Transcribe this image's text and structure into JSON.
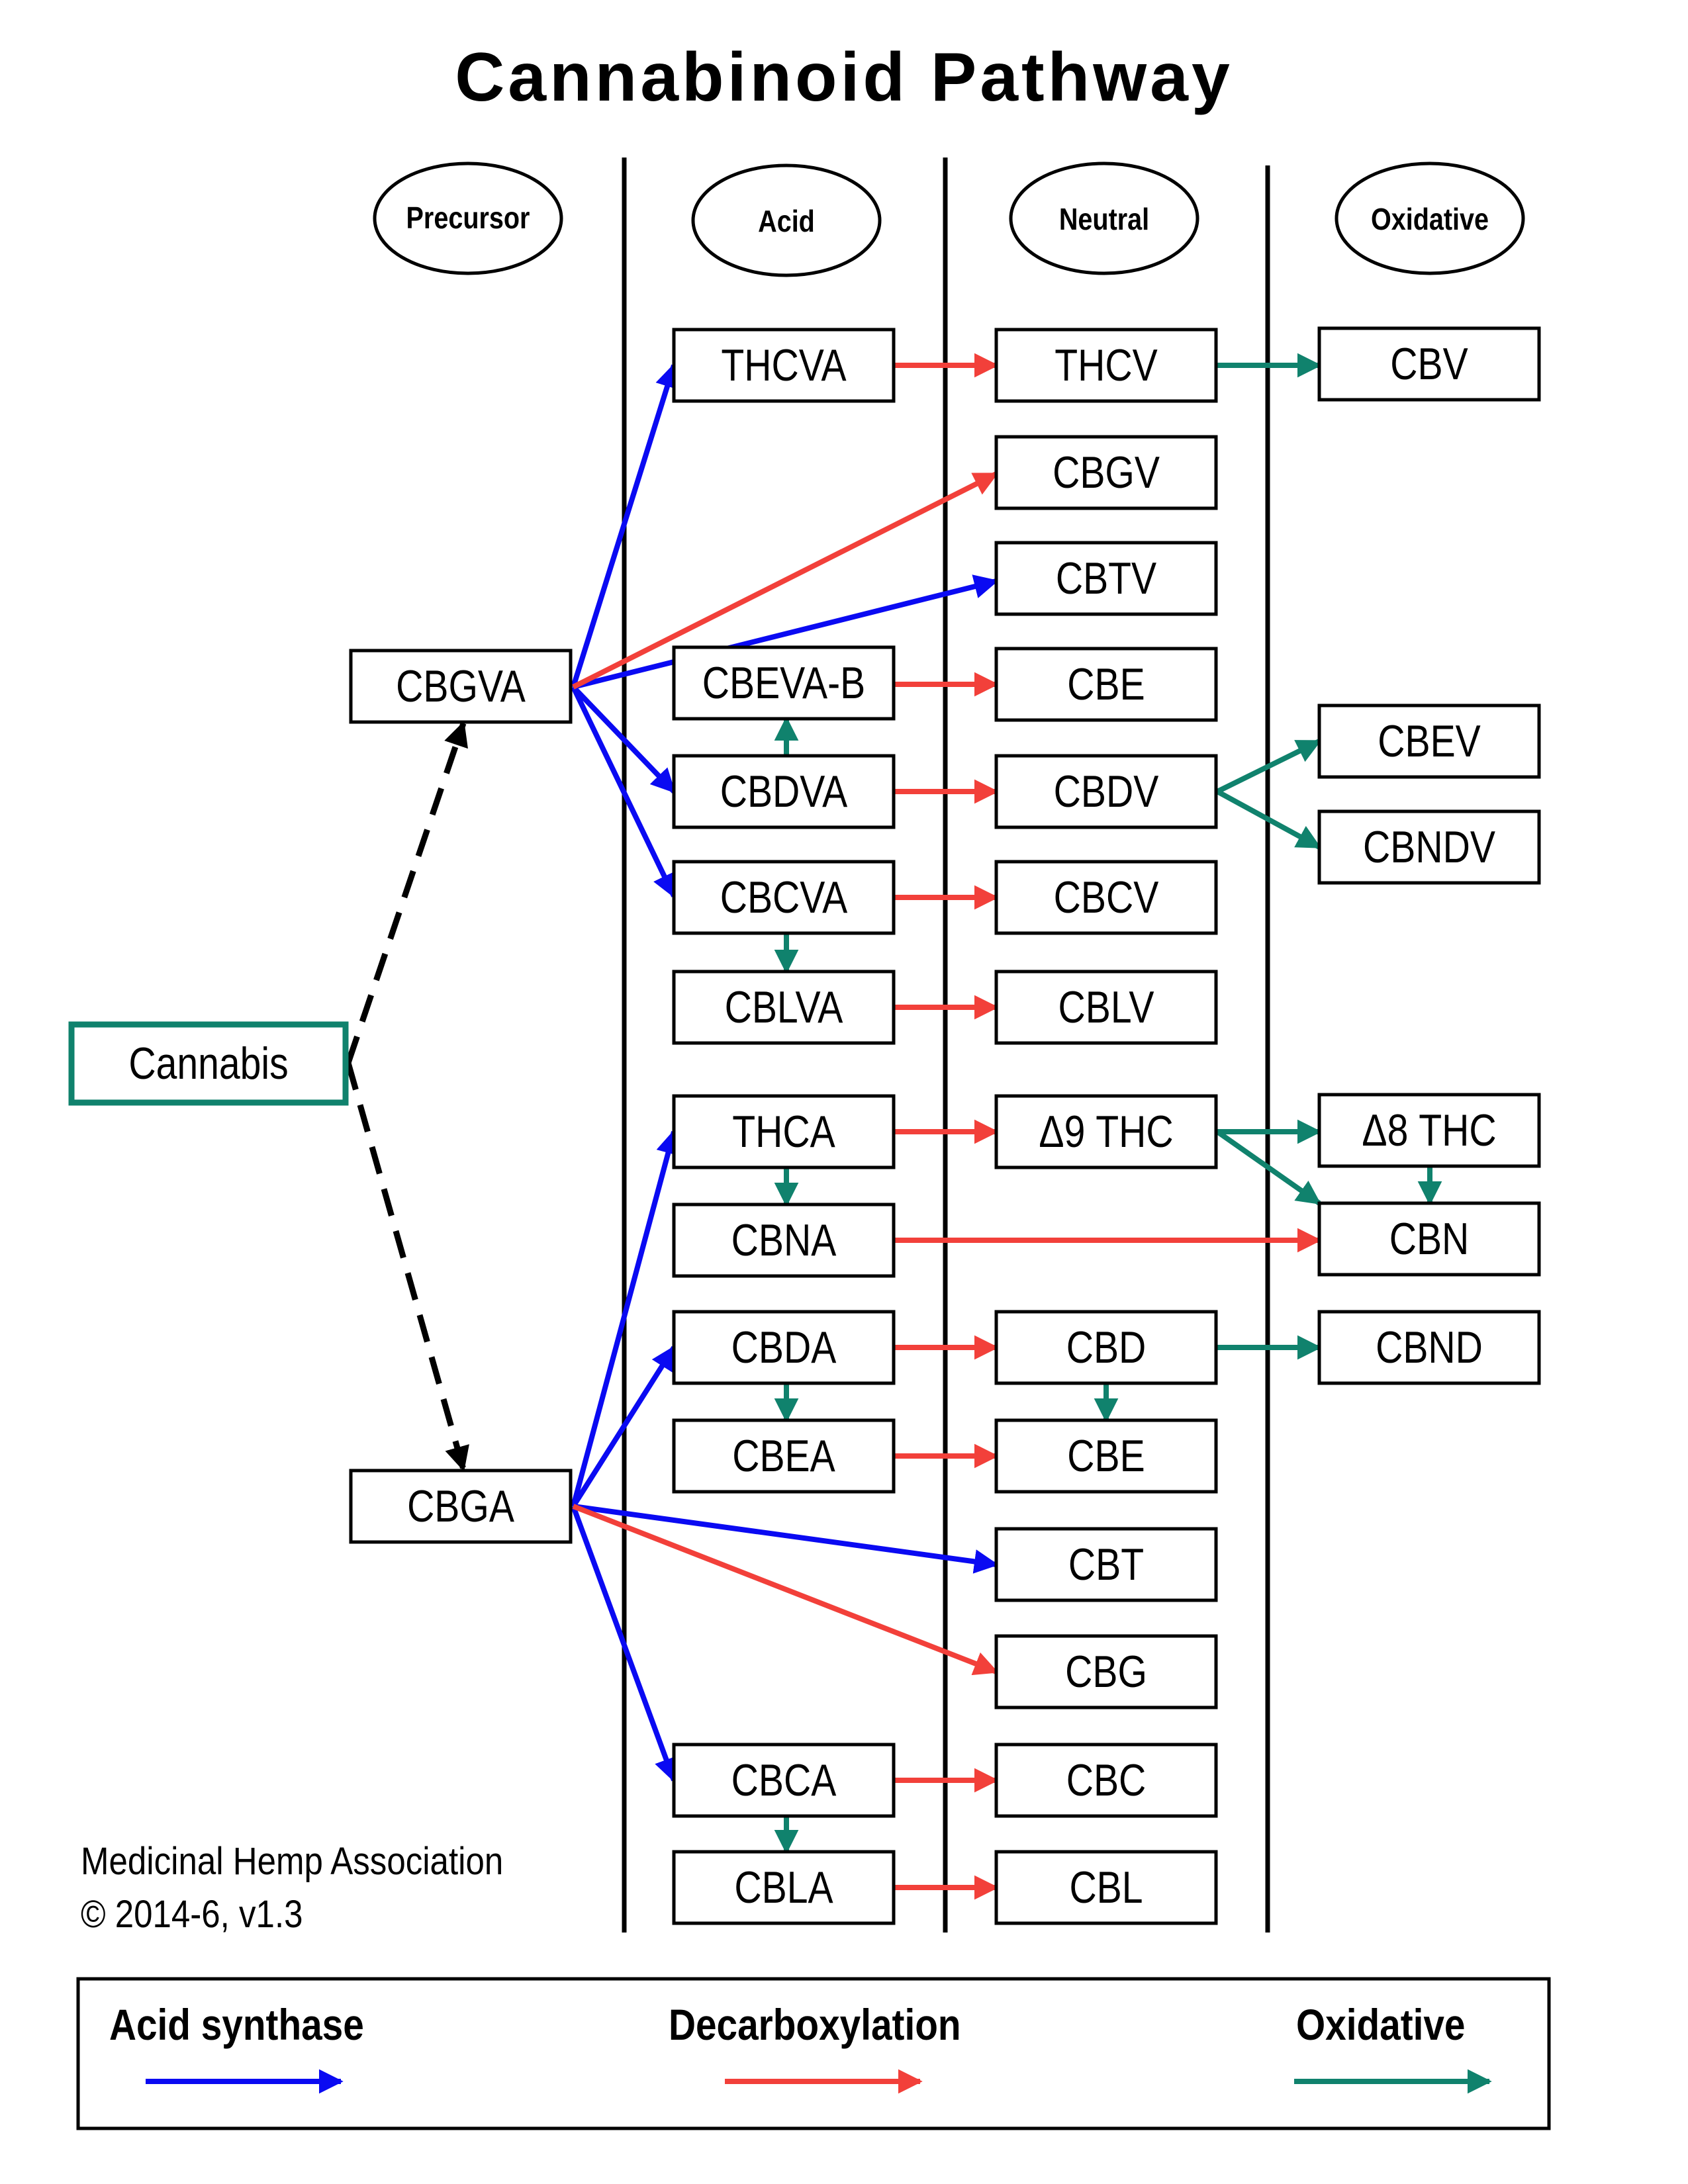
{
  "title": "Cannabinoid Pathway",
  "columns": {
    "precursor": "Precursor",
    "acid": "Acid",
    "neutral": "Neutral",
    "oxidative": "Oxidative"
  },
  "colors": {
    "acid_synthase": "#0a0af2",
    "decarboxylation": "#f2403a",
    "oxidative": "#10826d",
    "cannabis_border": "#10826d",
    "dashed": "#000000"
  },
  "nodes": {
    "cannabis": "Cannabis",
    "cbgva": "CBGVA",
    "cbga": "CBGA",
    "thcva": "THCVA",
    "cbevab": "CBEVA-B",
    "cbdva": "CBDVA",
    "cbcva": "CBCVA",
    "cblva": "CBLVA",
    "thca": "THCA",
    "cbna": "CBNA",
    "cbda": "CBDA",
    "cbea": "CBEA",
    "cbca": "CBCA",
    "cbla": "CBLA",
    "thcv": "THCV",
    "cbgv": "CBGV",
    "cbtv": "CBTV",
    "cbe_v": "CBE",
    "cbdv": "CBDV",
    "cbcv": "CBCV",
    "cblv": "CBLV",
    "d9thc": "Δ9 THC",
    "cbd": "CBD",
    "cbe": "CBE",
    "cbt": "CBT",
    "cbg": "CBG",
    "cbc": "CBC",
    "cbl": "CBL",
    "cbv": "CBV",
    "cbev": "CBEV",
    "cbndv": "CBNDV",
    "d8thc": "Δ8 THC",
    "cbn": "CBN",
    "cbnd": "CBND"
  },
  "edges": [
    {
      "from": "cbgva",
      "to": "thcva",
      "kind": "acid_synthase"
    },
    {
      "from": "cbgva",
      "to": "cbtv",
      "kind": "acid_synthase"
    },
    {
      "from": "cbgva",
      "to": "cbdva",
      "kind": "acid_synthase"
    },
    {
      "from": "cbgva",
      "to": "cbcva",
      "kind": "acid_synthase"
    },
    {
      "from": "cbgva",
      "to": "cbgv",
      "kind": "decarboxylation"
    },
    {
      "from": "thcva",
      "to": "thcv",
      "kind": "decarboxylation"
    },
    {
      "from": "cbevab",
      "to": "cbe_v",
      "kind": "decarboxylation"
    },
    {
      "from": "cbdva",
      "to": "cbdv",
      "kind": "decarboxylation"
    },
    {
      "from": "cbcva",
      "to": "cbcv",
      "kind": "decarboxylation"
    },
    {
      "from": "cblva",
      "to": "cblv",
      "kind": "decarboxylation"
    },
    {
      "from": "cbdva",
      "to": "cbevab",
      "kind": "oxidative"
    },
    {
      "from": "cbcva",
      "to": "cblva",
      "kind": "oxidative"
    },
    {
      "from": "thcv",
      "to": "cbv",
      "kind": "oxidative"
    },
    {
      "from": "cbdv",
      "to": "cbev",
      "kind": "oxidative"
    },
    {
      "from": "cbdv",
      "to": "cbndv",
      "kind": "oxidative"
    },
    {
      "from": "cbga",
      "to": "thca",
      "kind": "acid_synthase"
    },
    {
      "from": "cbga",
      "to": "cbda",
      "kind": "acid_synthase"
    },
    {
      "from": "cbga",
      "to": "cbt",
      "kind": "acid_synthase"
    },
    {
      "from": "cbga",
      "to": "cbca",
      "kind": "acid_synthase"
    },
    {
      "from": "cbga",
      "to": "cbg",
      "kind": "decarboxylation"
    },
    {
      "from": "thca",
      "to": "d9thc",
      "kind": "decarboxylation"
    },
    {
      "from": "cbna",
      "to": "cbn",
      "kind": "decarboxylation"
    },
    {
      "from": "cbda",
      "to": "cbd",
      "kind": "decarboxylation"
    },
    {
      "from": "cbea",
      "to": "cbe",
      "kind": "decarboxylation"
    },
    {
      "from": "cbca",
      "to": "cbc",
      "kind": "decarboxylation"
    },
    {
      "from": "cbla",
      "to": "cbl",
      "kind": "decarboxylation"
    },
    {
      "from": "thca",
      "to": "cbna",
      "kind": "oxidative"
    },
    {
      "from": "cbda",
      "to": "cbea",
      "kind": "oxidative"
    },
    {
      "from": "cbca",
      "to": "cbla",
      "kind": "oxidative"
    },
    {
      "from": "d9thc",
      "to": "d8thc",
      "kind": "oxidative"
    },
    {
      "from": "d9thc",
      "to": "cbn",
      "kind": "oxidative"
    },
    {
      "from": "d8thc",
      "to": "cbn",
      "kind": "oxidative"
    },
    {
      "from": "cbd",
      "to": "cbnd",
      "kind": "oxidative"
    },
    {
      "from": "cbd",
      "to": "cbe",
      "kind": "oxidative"
    },
    {
      "from": "cannabis",
      "to": "cbgva",
      "kind": "dashed"
    },
    {
      "from": "cannabis",
      "to": "cbga",
      "kind": "dashed"
    }
  ],
  "credit": {
    "line1": "Medicinal Hemp Association",
    "line2": "© 2014-6, v1.3"
  },
  "legend": {
    "acid_synthase": "Acid synthase",
    "decarboxylation": "Decarboxylation",
    "oxidative": "Oxidative"
  }
}
